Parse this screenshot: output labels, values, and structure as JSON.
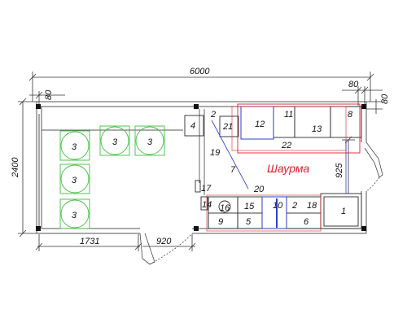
{
  "dimensions": {
    "total_length": "6000",
    "total_width": "2400",
    "wall_left": "80",
    "wall_right": "80",
    "wall_right_vertical": "80",
    "left_section": "1731",
    "door_width": "920",
    "kitchen_depth": "925"
  },
  "zone_label": "Шаурма",
  "items": {
    "n1": "1",
    "n2a": "2",
    "n2b": "2",
    "n3a": "3",
    "n3b": "3",
    "n3c": "3",
    "n3d": "3",
    "n3e": "3",
    "n4": "4",
    "n5": "5",
    "n6": "6",
    "n7": "7",
    "n8": "8",
    "n9": "9",
    "n10": "10",
    "n11": "11",
    "n12": "12",
    "n13": "13",
    "n14": "14",
    "n15": "15",
    "n16": "16",
    "n17": "17",
    "n18": "18",
    "n19": "19",
    "n20": "20",
    "n21": "21",
    "n22": "22"
  },
  "colors": {
    "wall": "#555555",
    "equipment": "#2a2a2a",
    "table": "#3fbf3f",
    "blue": "#2b3fd6",
    "red": "#e0202a"
  }
}
